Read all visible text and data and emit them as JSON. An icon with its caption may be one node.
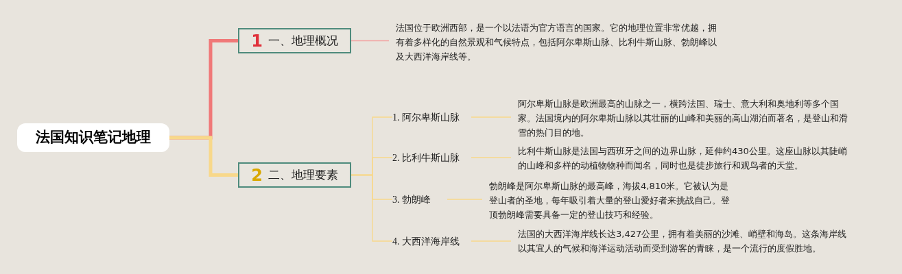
{
  "diagram": {
    "nodes": [
      {
        "text": [
          "法国知识笔记地理"
        ]
      },
      {
        "text": [
          "1",
          "一、地理概况"
        ]
      },
      {
        "text": [
          "法国位于欧洲西部，是一个以法语为官方语言的国家。它的地理位置非常优越，拥有着多样化的自然景观和气候特点，包括阿尔卑斯山脉、比利牛斯山脉、勃朗峰以及大西洋海岸线等。"
        ]
      },
      {
        "text": [
          "2",
          "二、地理要素"
        ]
      },
      {
        "text": [
          "1. 阿尔卑斯山脉"
        ]
      },
      {
        "text": [
          "2. 比利牛斯山脉"
        ]
      },
      {
        "text": [
          "3. 勃朗峰"
        ]
      },
      {
        "text": [
          "4. 大西洋海岸线"
        ]
      },
      {
        "text": [
          "阿尔卑斯山脉是欧洲最高的山脉之一，横跨法国、瑞士、意大利和奥地利等多个国家。法国境内的阿尔卑斯山脉以其壮丽的山峰和美丽的高山湖泊而著名，是登山和滑雪的热门目的地。"
        ]
      },
      {
        "text": [
          "比利牛斯山脉是法国与西班牙之间的边界山脉，延伸约430公里。这座山脉以其陡峭的山峰和多样的动植物物种而闻名，同时也是徒步旅行和观鸟者的天堂。"
        ]
      },
      {
        "text": [
          "勃朗峰是阿尔卑斯山脉的最高峰，海拔4,810米。它被认为是登山者的圣地，每年吸引着大量的登山爱好者来挑战自己。登顶勃朗峰需要具备一定的登山技巧和经验。"
        ]
      },
      {
        "text": [
          "法国的大西洋海岸线长达3,427公里，拥有着美丽的沙滩、峭壁和海岛。这条海岸线以其宜人的气候和海洋运动活动而受到游客的青睐，是一个流行的度假胜地。"
        ]
      }
    ],
    "edges": [
      {
        "from": 0,
        "to": 1,
        "arrow": "none",
        "style": "thick",
        "color": "#f07878"
      },
      {
        "from": 0,
        "to": 3,
        "arrow": "none",
        "style": "thick"
      },
      {
        "from": 1,
        "to": 2,
        "arrow": "none",
        "color": "#f2a3a3"
      },
      {
        "from": 3,
        "to": 4,
        "arrow": "none"
      },
      {
        "from": 3,
        "to": 5,
        "arrow": "none"
      },
      {
        "from": 3,
        "to": 6,
        "arrow": "none"
      },
      {
        "from": 3,
        "to": 7,
        "arrow": "none"
      },
      {
        "from": 4,
        "to": 8,
        "arrow": "none"
      },
      {
        "from": 5,
        "to": 9,
        "arrow": "none"
      },
      {
        "from": 6,
        "to": 10,
        "arrow": "none"
      },
      {
        "from": 7,
        "to": 11,
        "arrow": "none"
      }
    ]
  }
}
